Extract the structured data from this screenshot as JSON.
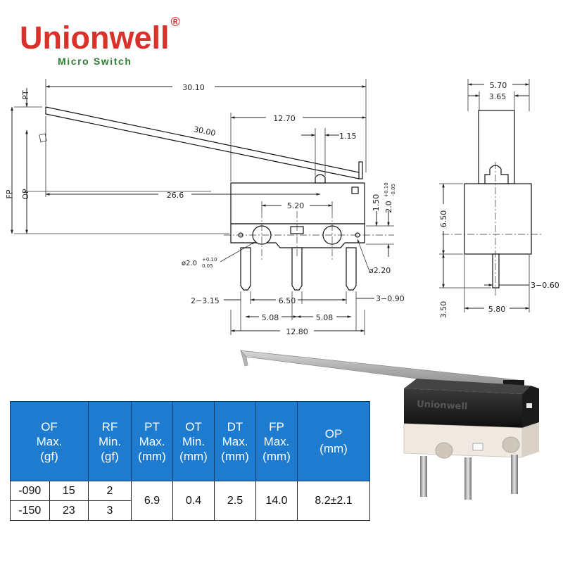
{
  "brand": {
    "name": "Unionwell",
    "registered": "®",
    "tagline": "Micro Switch",
    "color": "#d8322b",
    "tagline_color": "#2e7d32"
  },
  "drawing": {
    "side_view": {
      "labels": {
        "pt": "PT",
        "fp": "FP",
        "op": "OP",
        "overall_length": "30.10",
        "lever_length": "30.00",
        "body_length": "12.70",
        "dim_115": "1.15",
        "lever_pivot": "26.6",
        "hole_spacing": "5.20",
        "dim_150": "1.50",
        "dim_20_stack": "2.0",
        "tol_plus": "+0.10",
        "tol_minus": "-0.05",
        "hole_diameter": "ø2.0",
        "hole_tol_plus": "+0.10",
        "hole_tol_minus": "0.05",
        "pin_hole": "ø2.20",
        "terminal_width": "2−3.15",
        "mount_spacing": "6.50",
        "terminal_thickness": "3−0.90",
        "terminal_pitch_1": "5.08",
        "terminal_pitch_2": "5.08",
        "base_length": "12.80"
      }
    },
    "end_view": {
      "labels": {
        "width_outer": "5.70",
        "width_inner": "3.65",
        "height": "6.50",
        "terminal": "3−0.60",
        "terminal_length": "3.50",
        "base_width": "5.80"
      }
    }
  },
  "spec_table": {
    "header_color": "#1d7ccf",
    "headers": [
      [
        "OF",
        "Max.",
        "(gf)"
      ],
      [
        "RF",
        "Min.",
        "(gf)"
      ],
      [
        "PT",
        "Max.",
        "(mm)"
      ],
      [
        "OT",
        "Min.",
        "(mm)"
      ],
      [
        "DT",
        "Max.",
        "(mm)"
      ],
      [
        "FP",
        "Max.",
        "(mm)"
      ],
      [
        "OP",
        "(mm)"
      ]
    ],
    "rows": [
      {
        "code": "-090",
        "of": "15",
        "rf": "2"
      },
      {
        "code": "-150",
        "of": "23",
        "rf": "3"
      }
    ],
    "shared": {
      "pt": "6.9",
      "ot": "0.4",
      "dt": "2.5",
      "fp": "14.0",
      "op": "8.2±2.1"
    }
  },
  "photo": {
    "product_marking": "Unionwell"
  }
}
